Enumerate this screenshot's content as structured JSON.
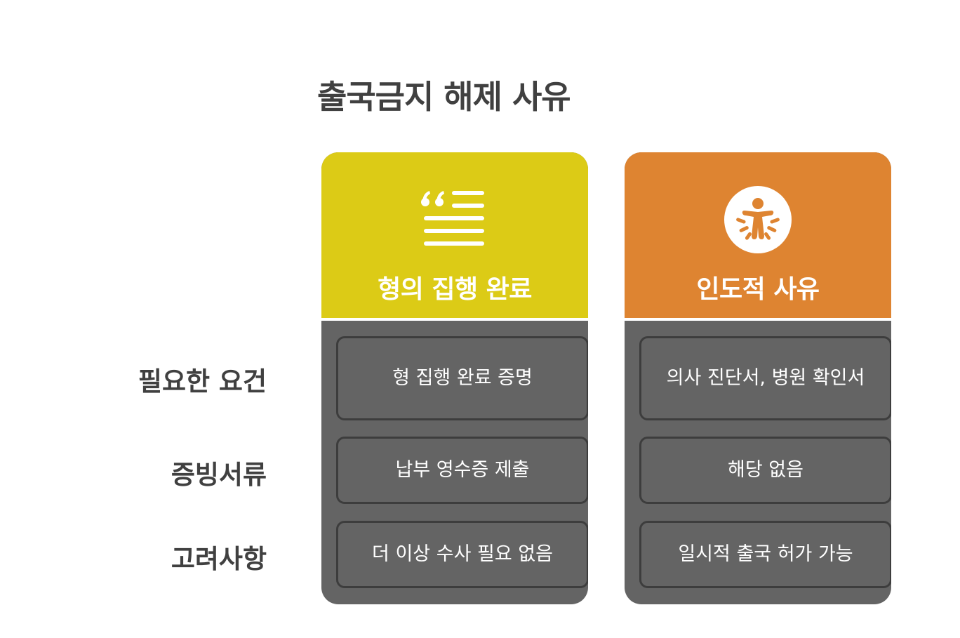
{
  "title": "출국금지 해제 사유",
  "row_labels": [
    "필요한 요건",
    "증빙서류",
    "고려사항"
  ],
  "colors": {
    "col1_header": "#dccb16",
    "col2_header": "#de8431",
    "body": "#646464"
  },
  "columns": [
    {
      "title": "형의 집행 완료",
      "icon": "quote-lines-icon",
      "cells": [
        "형 집행 완료 증명",
        "납부 영수증 제출",
        "더 이상 수사 필요 없음"
      ]
    },
    {
      "title": "인도적 사유",
      "icon": "humanitarian-person-icon",
      "cells": [
        "의사 진단서, 병원 확인서",
        "해당 없음",
        "일시적 출국 허가 가능"
      ]
    }
  ]
}
